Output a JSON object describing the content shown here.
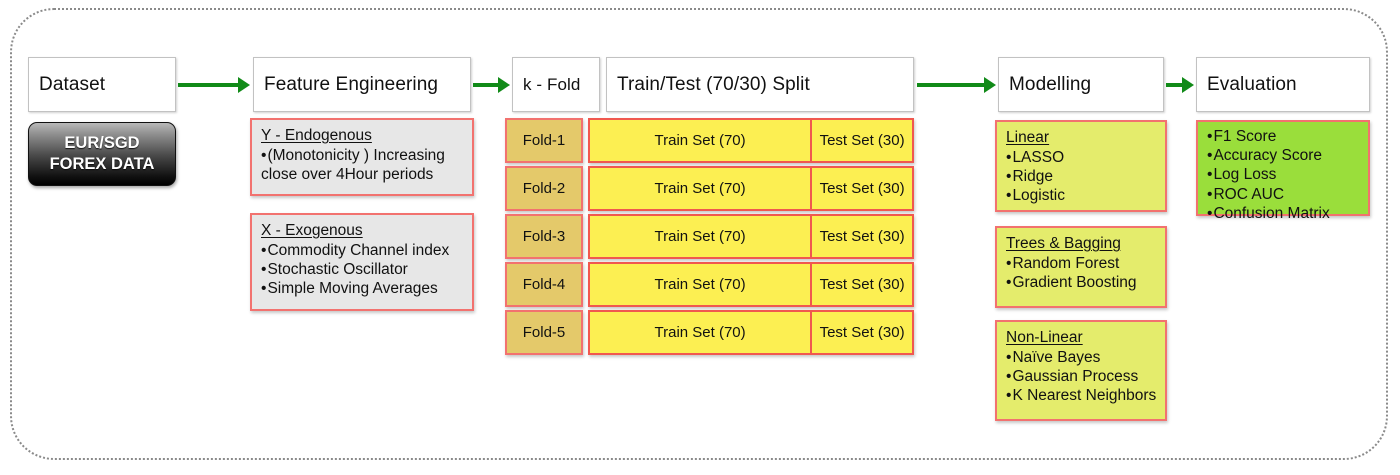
{
  "diagram": {
    "title": "Forex ML Pipeline Flow Diagram",
    "accent_green": "#118a18",
    "card_border": "#f2726f",
    "lime": "#e4ec6c",
    "green": "#9ade3b",
    "fold_label_fill": "#e4c96a",
    "split_fill": "#fcef52"
  },
  "stages": {
    "dataset": "Dataset",
    "feature_engineering": "Feature Engineering",
    "k_fold": "k - Fold",
    "train_test_split": "Train/Test (70/30) Split",
    "modelling": "Modelling",
    "evaluation": "Evaluation"
  },
  "dataset": {
    "chip_line1": "EUR/SGD",
    "chip_line2": "FOREX DATA"
  },
  "feature_engineering": {
    "endogenous": {
      "title": "Y - Endogenous",
      "items": [
        "(Monotonicity ) Increasing"
      ],
      "continuation": "close over 4Hour periods"
    },
    "exogenous": {
      "title": "X - Exogenous",
      "items": [
        "Commodity Channel index",
        "Stochastic Oscillator",
        "Simple Moving Averages"
      ]
    }
  },
  "kfold": {
    "folds": [
      {
        "label": "Fold-1",
        "train": "Train Set (70)",
        "test": "Test Set (30)"
      },
      {
        "label": "Fold-2",
        "train": "Train Set (70)",
        "test": "Test Set (30)"
      },
      {
        "label": "Fold-3",
        "train": "Train Set (70)",
        "test": "Test Set (30)"
      },
      {
        "label": "Fold-4",
        "train": "Train Set (70)",
        "test": "Test Set (30)"
      },
      {
        "label": "Fold-5",
        "train": "Train Set (70)",
        "test": "Test Set (30)"
      }
    ]
  },
  "modelling": {
    "groups": [
      {
        "title": "Linear",
        "items": [
          "LASSO",
          "Ridge",
          "Logistic"
        ]
      },
      {
        "title": "Trees & Bagging",
        "items": [
          "Random Forest",
          "Gradient Boosting"
        ]
      },
      {
        "title": "Non-Linear",
        "items": [
          "Naïve Bayes",
          "Gaussian Process",
          "K Nearest Neighbors"
        ]
      }
    ]
  },
  "evaluation": {
    "metrics": [
      "F1 Score",
      "Accuracy Score",
      "Log Loss",
      "ROC AUC",
      "Confusion Matrix"
    ]
  }
}
